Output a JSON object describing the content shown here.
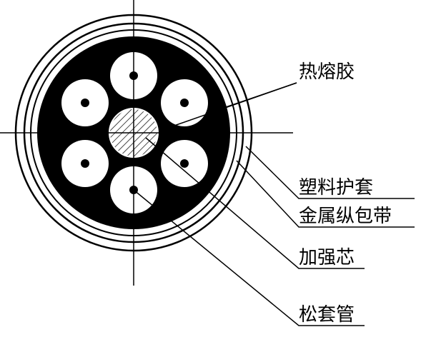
{
  "labels": {
    "hot_melt": "热熔胶",
    "plastic_sheath": "塑料护套",
    "metal_wrap_tape": "金属纵包带",
    "strength_member": "加强芯",
    "loose_tube": "松套管"
  },
  "colors": {
    "line": "#000000",
    "fill_dark": "#000000",
    "fill_light": "#ffffff"
  }
}
